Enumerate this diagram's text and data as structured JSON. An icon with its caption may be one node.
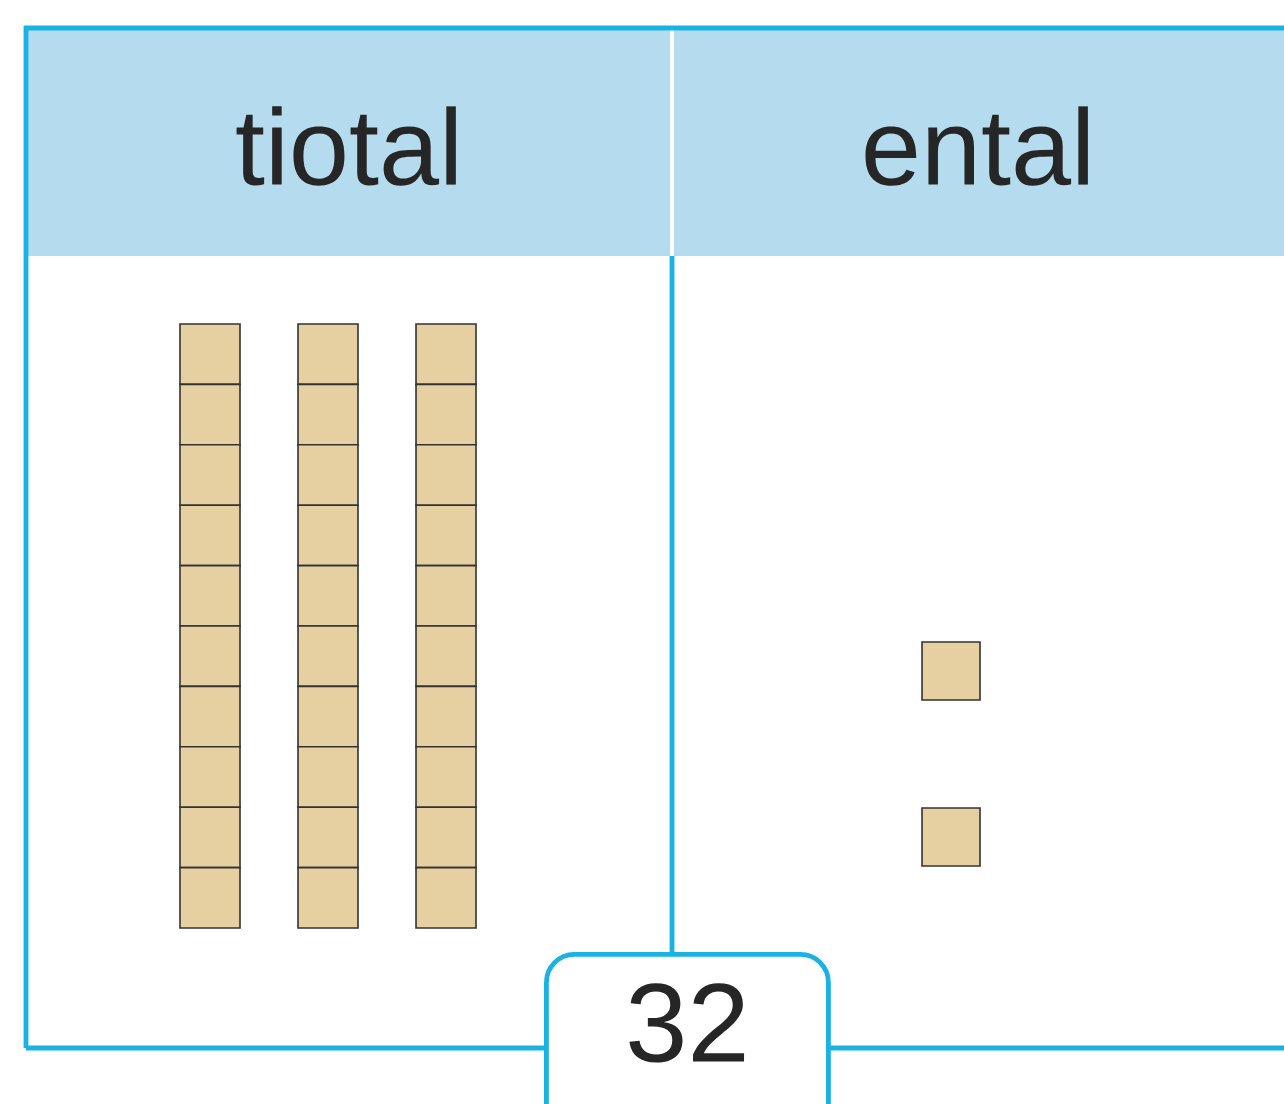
{
  "diagram": {
    "nodes": [
      {
        "text": [
          "32"
        ]
      }
    ],
    "labels": [
      "tiotal",
      "ental"
    ]
  }
}
